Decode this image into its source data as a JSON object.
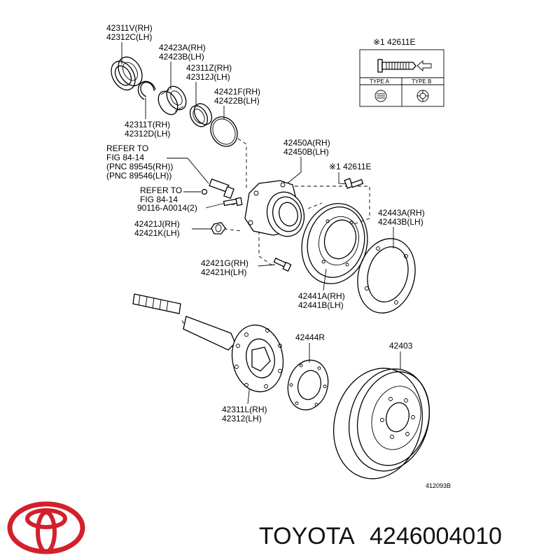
{
  "labels": {
    "l42311V": "42311V(RH)",
    "l42312C": "42312C(LH)",
    "l42423A": "42423A(RH)",
    "l42423B": "42423B(LH)",
    "l42311Z": "42311Z(RH)",
    "l42312J": "42312J(LH)",
    "l42421F": "42421F(RH)",
    "l42422B": "42422B(LH)",
    "l42311T": "42311T(RH)",
    "l42312D": "42312D(LH)",
    "refer1a": "REFER TO",
    "refer1b": "FIG 84-14",
    "refer1c": "(PNC 89545(RH))",
    "refer1d": "(PNC 89546(LH))",
    "refer2a": "REFER TO",
    "refer2b": "FIG 84-14",
    "l90116": "90116-A0014(2)",
    "l42421J": "42421J(RH)",
    "l42421K": "42421K(LH)",
    "l42450A": "42450A(RH)",
    "l42450B": "42450B(LH)",
    "l42611E": "※1 42611E",
    "l42443A": "42443A(RH)",
    "l42443B": "42443B(LH)",
    "l42421G": "42421G(RH)",
    "l42421H": "42421H(LH)",
    "l42441A": "42441A(RH)",
    "l42441B": "42441B(LH)",
    "l42444R": "42444R",
    "l42403": "42403",
    "l42311L": "42311L(RH)",
    "l42312": "42312(LH)",
    "code": "412093B"
  },
  "inset": {
    "title": "※1 42611E",
    "type_a": "TYPE A",
    "type_b": "TYPE B"
  },
  "brand": {
    "name": "TOYOTA",
    "part_number": "4246004010",
    "logo_color": "#d3202b"
  }
}
